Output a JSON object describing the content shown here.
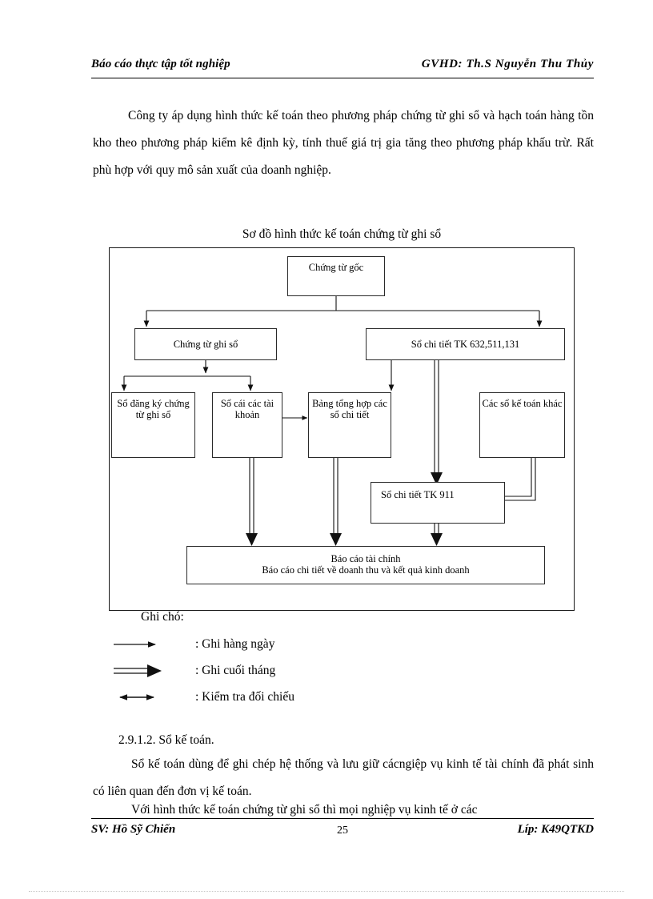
{
  "header": {
    "left": "Báo cáo thực tập tốt nghiệp",
    "right": "GVHD: Th.S Nguyễn Thu Thủy"
  },
  "body": {
    "paragraph_1": "Công ty áp dụng hình thức kế toán theo phương pháp chứng từ ghi sổ và hạch toán hàng tồn kho theo phương pháp kiểm kê định kỳ, tính thuế giá trị gia tăng theo phương pháp khấu trừ. Rất phù hợp với quy mô sản xuất của doanh nghiệp.",
    "section_heading": "2.9.1.2. Sổ kế toán.",
    "paragraph_2": "Sổ kế toán dùng để ghi chép hệ thống và lưu giữ cácngiệp vụ kinh tế tài chính đã phát sinh có liên quan đến đơn vị kế toán.",
    "paragraph_3": "Với hình thức kế toán chứng từ ghi sổ thì mọi nghiệp vụ kinh tế ở các"
  },
  "diagram": {
    "title": "Sơ đồ hình thức kế toán chứng từ ghi sổ",
    "boxes": {
      "source_doc": "Chứng từ gốc",
      "voucher": "Chứng từ ghi sổ",
      "detail_ledger": "Sổ chi tiết TK 632,511,131",
      "register": "Sổ đăng ký chứng từ ghi sổ",
      "general_ledger": "Sổ cái các tài khoản",
      "summary_table": "Bảng tổng hợp các sổ chi tiết",
      "other_books": "Các sổ kế toán khác",
      "tk911": "Sổ chi tiết TK 911",
      "report_line_1": "Báo cáo tài chính",
      "report_line_2": "Báo cáo chi tiết về doanh thu và kết quả kinh doanh"
    }
  },
  "legend": {
    "title": "Ghi chó:",
    "items": [
      {
        "glyph": "single-arrow",
        "label": ": Ghi hàng ngày"
      },
      {
        "glyph": "double-arrow",
        "label": ": Ghi cuối tháng"
      },
      {
        "glyph": "bidirectional-arrow",
        "label": ": Kiểm tra đối chiếu"
      }
    ]
  },
  "footer": {
    "left": "SV: Hồ Sỹ Chiến",
    "page_number": "25",
    "right": "Líp: K49QTKD"
  }
}
